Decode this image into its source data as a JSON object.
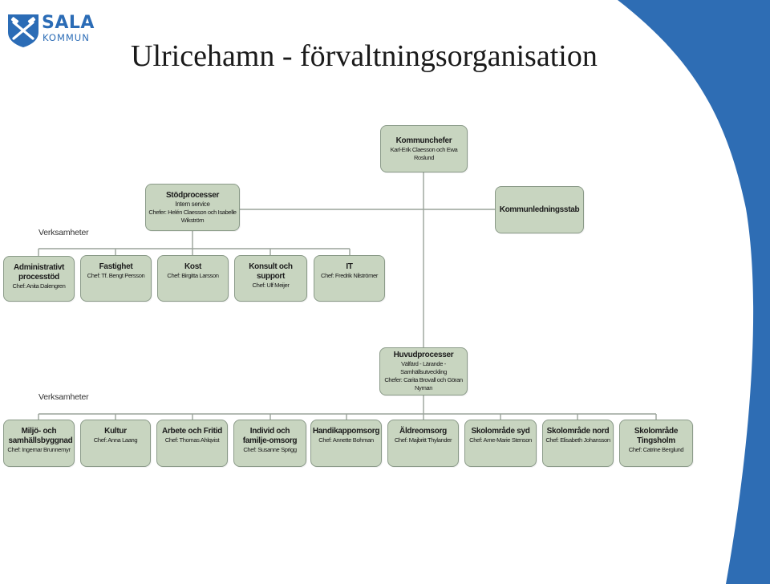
{
  "logo": {
    "line1": "SALA",
    "line2": "KOMMUN"
  },
  "title": "Ulricehamn - förvaltningsorganisation",
  "labels": {
    "verksamheter_top": "Verksamheter",
    "verksamheter_bottom": "Verksamheter"
  },
  "kommunchefer": {
    "title": "Kommunchefer",
    "sub": "Karl-Erik Claesson och Ewa Roslund"
  },
  "stodprocesser": {
    "title": "Stödprocesser",
    "sub": "Intern service",
    "chef": "Chefer: Helén Claesson och Isabelle Wikström"
  },
  "kommunledningsstab": {
    "title": "Kommunledningsstab"
  },
  "huvudprocesser": {
    "title": "Huvudprocesser",
    "sub": "Välfärd - Lärande - Samhällsutveckling",
    "chef": "Chefer: Carita Brovall och Göran Nyman"
  },
  "support_units": [
    {
      "title": "Administrativt processtöd",
      "chef": "Chef: Anita Dalengren"
    },
    {
      "title": "Fastighet",
      "chef": "Chef: Tf. Bengt Persson"
    },
    {
      "title": "Kost",
      "chef": "Chef: Birgitta Larsson"
    },
    {
      "title": "Konsult och support",
      "chef": "Chef: Ulf Meijer"
    },
    {
      "title": "IT",
      "chef": "Chef: Fredrik Nilströmer"
    }
  ],
  "main_units": [
    {
      "title": "Miljö- och samhällsbyggnad",
      "chef": "Chef: Ingemar Brunnemyr"
    },
    {
      "title": "Kultur",
      "chef": "Chef: Anna Laang"
    },
    {
      "title": "Arbete och Fritid",
      "chef": "Chef: Thomas Ahlqvist"
    },
    {
      "title": "Individ och familje-omsorg",
      "chef": "Chef: Susanne Sprigg"
    },
    {
      "title": "Handikappomsorg",
      "chef": "Chef: Annette Bohman"
    },
    {
      "title": "Äldreomsorg",
      "chef": "Chef: Majbritt Thylander"
    },
    {
      "title": "Skolområde syd",
      "chef": "Chef: Arne-Marie Stenson"
    },
    {
      "title": "Skolområde nord",
      "chef": "Chef: Elisabeth Johansson"
    },
    {
      "title": "Skolområde Tingsholm",
      "chef": "Chef: Catrine Berglund"
    }
  ],
  "colors": {
    "box_fill": "#c8d5c0",
    "accent_blue": "#2b6cb6",
    "brand_blue": "#2b6cb6"
  }
}
